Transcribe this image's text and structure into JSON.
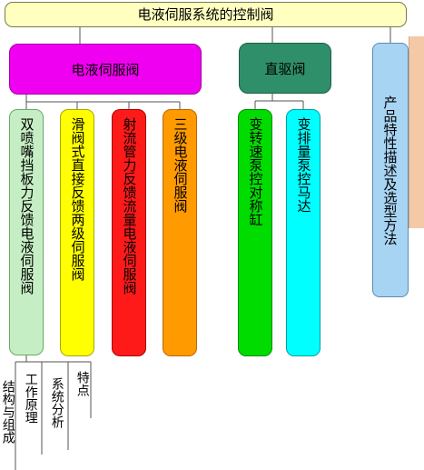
{
  "root": {
    "title": "电液伺服系统的控制阀"
  },
  "categories": {
    "electro_hydraulic": {
      "label": "电液伺服阀",
      "color": "#f000f0"
    },
    "direct_drive": {
      "label": "直驱阀",
      "color": "#2f8f6a"
    },
    "features": {
      "label": "产品特性描述及选型方法",
      "color": "#a8d4f4"
    }
  },
  "leaves": [
    {
      "label": "双喷嘴挡板力反馈电液伺服阀",
      "color": "#c6eec4"
    },
    {
      "label": "滑阀式直接反馈两级伺服阀",
      "color": "#ffff00"
    },
    {
      "label": "射流管力反馈流量电液伺服阀",
      "color": "#ff1a1a"
    },
    {
      "label": "三级电液伺服阀",
      "color": "#ff9a00"
    },
    {
      "label": "变转速泵控对称缸",
      "color": "#00dc00"
    },
    {
      "label": "变排量泵控马达",
      "color": "#00ffff"
    }
  ],
  "subtopics": [
    {
      "label": "结构与组成"
    },
    {
      "label": "工作原理"
    },
    {
      "label": "系统分析"
    },
    {
      "label": "特点"
    }
  ]
}
